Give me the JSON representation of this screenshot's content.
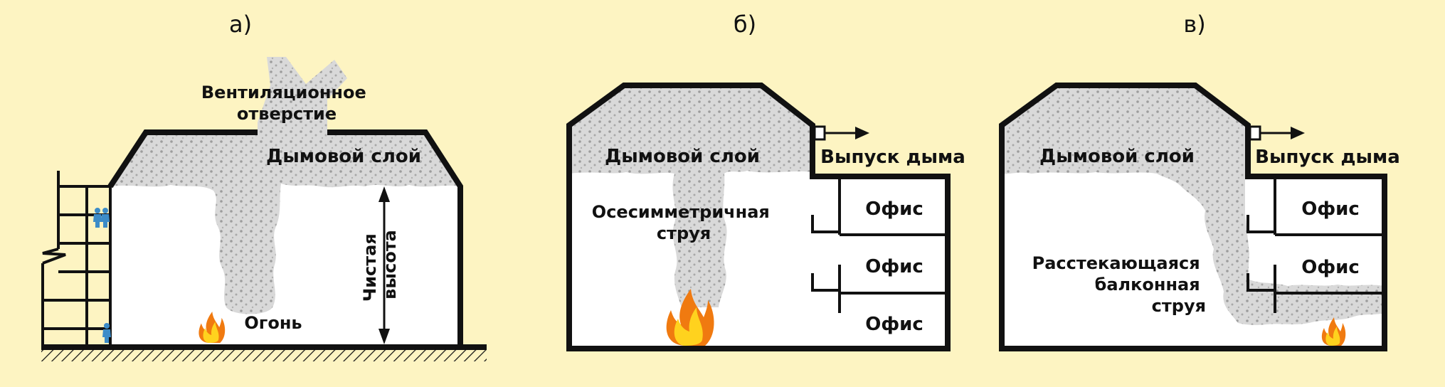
{
  "panels": [
    {
      "caption": "а)",
      "labels": {
        "vent": [
          "Вентиляционное",
          "отверстие"
        ],
        "smoke_layer": "Дымовой слой",
        "fire": "Огонь",
        "clear_height": [
          "Чистая",
          "высота"
        ]
      }
    },
    {
      "caption": "б)",
      "labels": {
        "smoke_layer": "Дымовой слой",
        "exhaust": "Выпуск дыма",
        "plume": [
          "Осесимметричная",
          "струя"
        ],
        "offices": [
          "Офис",
          "Офис",
          "Офис"
        ]
      }
    },
    {
      "caption": "в)",
      "labels": {
        "smoke_layer": "Дымовой слой",
        "exhaust": "Выпуск дыма",
        "plume": [
          "Расстекающаяся",
          "балконная",
          "струя"
        ],
        "offices": [
          "Офис",
          "Офис"
        ]
      }
    }
  ],
  "colors": {
    "background": "#fdf4c2",
    "smoke": "#d7d7d7",
    "smoke_dots": "#9a9a9a",
    "outline": "#111111",
    "person": "#3c8cc8",
    "flame_outer": "#f07a10",
    "flame_inner": "#ffd21e"
  },
  "icons": [
    "flame-icon",
    "person-icon",
    "arrow-right-icon"
  ]
}
